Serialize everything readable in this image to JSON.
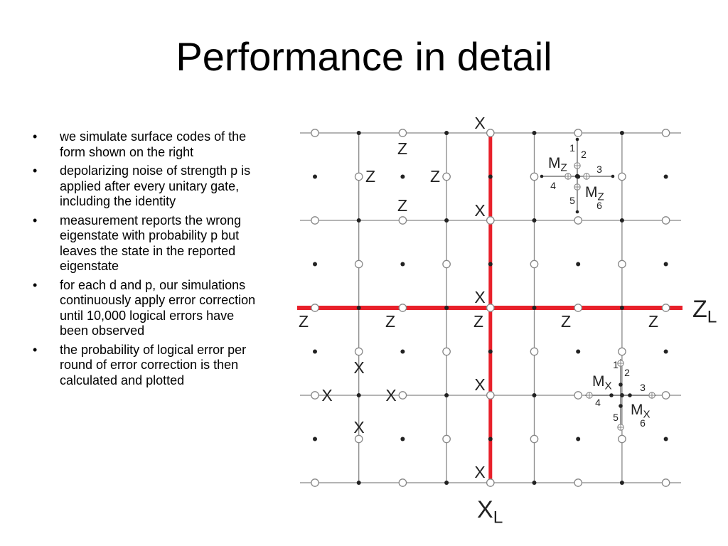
{
  "slide": {
    "title": "Performance in detail"
  },
  "bullets": [
    {
      "marker": "•",
      "text": "we simulate surface codes of the form shown on the right"
    },
    {
      "marker": "•",
      "text": "depolarizing noise of strength p is applied after every unitary gate, including the identity"
    },
    {
      "marker": "•",
      "text": "measurement reports the wrong eigenstate with probability p but leaves the state in the reported eigenstate"
    },
    {
      "marker": "•",
      "text": "for each d and p, our simulations continuously apply error correction until 10,000 logical errors have been observed"
    },
    {
      "marker": "•",
      "text": "the probability of logical error per round of error correction is then calculated and plotted"
    }
  ],
  "diagram": {
    "colors": {
      "grid": "#888888",
      "logical": "#e8202a",
      "node": "#222222",
      "data_fill": "#ffffff"
    },
    "stabilizer_labels": {
      "z": "Z",
      "x": "X"
    },
    "logical_labels": {
      "zl": {
        "base": "Z",
        "sub": "L"
      },
      "xl": {
        "base": "X",
        "sub": "L"
      }
    },
    "z_circuit": {
      "top": {
        "base": "M",
        "sub": "Z"
      },
      "bottom": {
        "base": "M",
        "sub": "Z"
      },
      "steps": [
        "1",
        "2",
        "3",
        "4",
        "5",
        "6"
      ]
    },
    "x_circuit": {
      "top": {
        "base": "M",
        "sub": "X"
      },
      "bottom": {
        "base": "M",
        "sub": "X"
      },
      "steps": [
        "1",
        "2",
        "3",
        "4",
        "5",
        "6"
      ]
    }
  }
}
